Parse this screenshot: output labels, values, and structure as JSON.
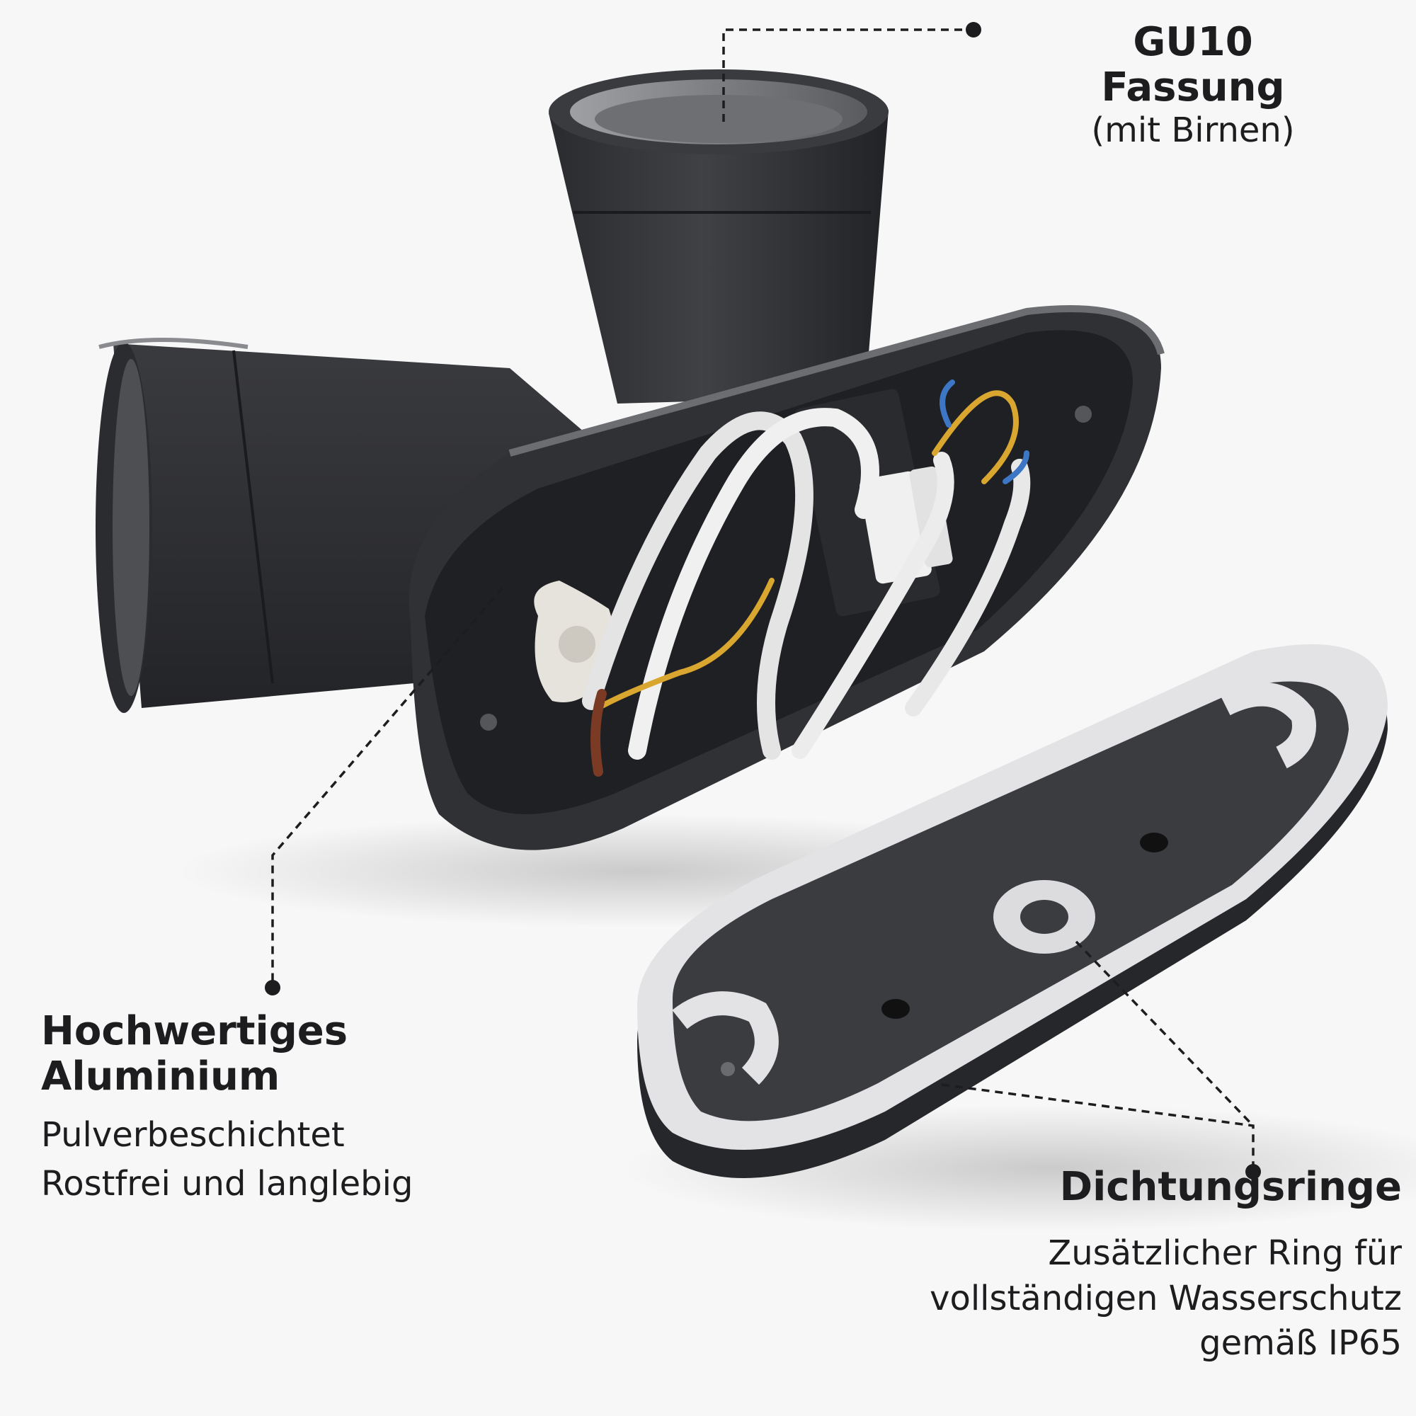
{
  "colors": {
    "background": "#f7f7f7",
    "housing": "#2f3033",
    "housing_dark": "#1e1f22",
    "gasket": "#e3e3e6",
    "wire_white": "#eeeeee",
    "wire_yellow": "#d9a630",
    "wire_blue": "#3c76c4",
    "wire_brown": "#7a3a24",
    "text": "#1d1d1f"
  },
  "callouts": {
    "gu10": {
      "title": "GU10 Fassung",
      "subtitle": "(mit Birnen)"
    },
    "aluminium": {
      "title": "Hochwertiges Aluminium",
      "lines": [
        "Pulverbeschichtet",
        "Rostfrei und langlebig"
      ]
    },
    "dichtung": {
      "title": "Dichtungsringe",
      "lines": [
        "Zusätzlicher Ring für",
        "vollständigen Wasserschutz",
        "gemäß IP65"
      ]
    }
  }
}
